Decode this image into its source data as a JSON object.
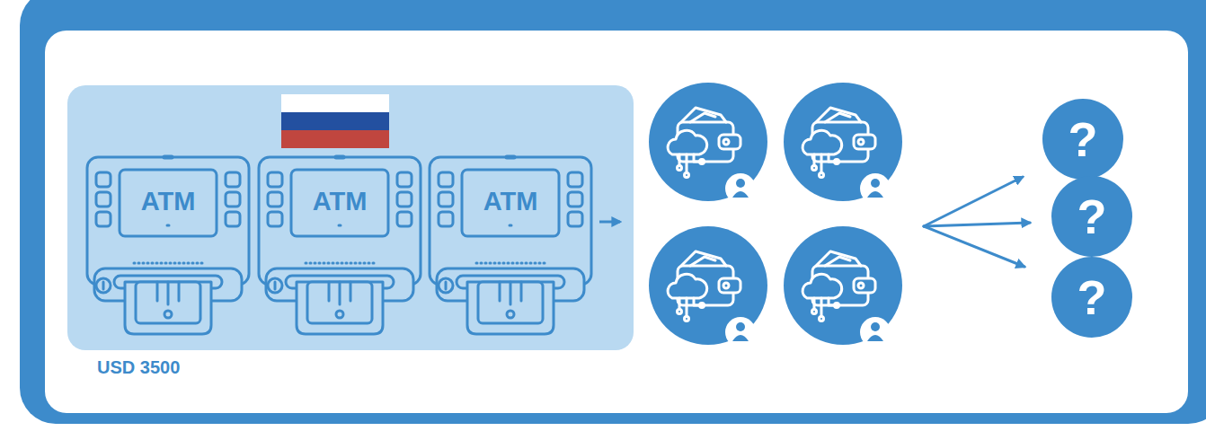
{
  "diagram": {
    "nodes": [
      {
        "text": [
          "USD 3500"
        ]
      },
      {
        "text": [
          "ATM"
        ],
        "in": 0
      },
      {
        "text": [
          "ATM"
        ],
        "in": 0
      },
      {
        "text": [
          "ATM"
        ],
        "in": 0
      },
      {
        "text": [
          "?"
        ]
      },
      {
        "text": [
          "?"
        ]
      },
      {
        "text": [
          "?"
        ]
      }
    ]
  }
}
